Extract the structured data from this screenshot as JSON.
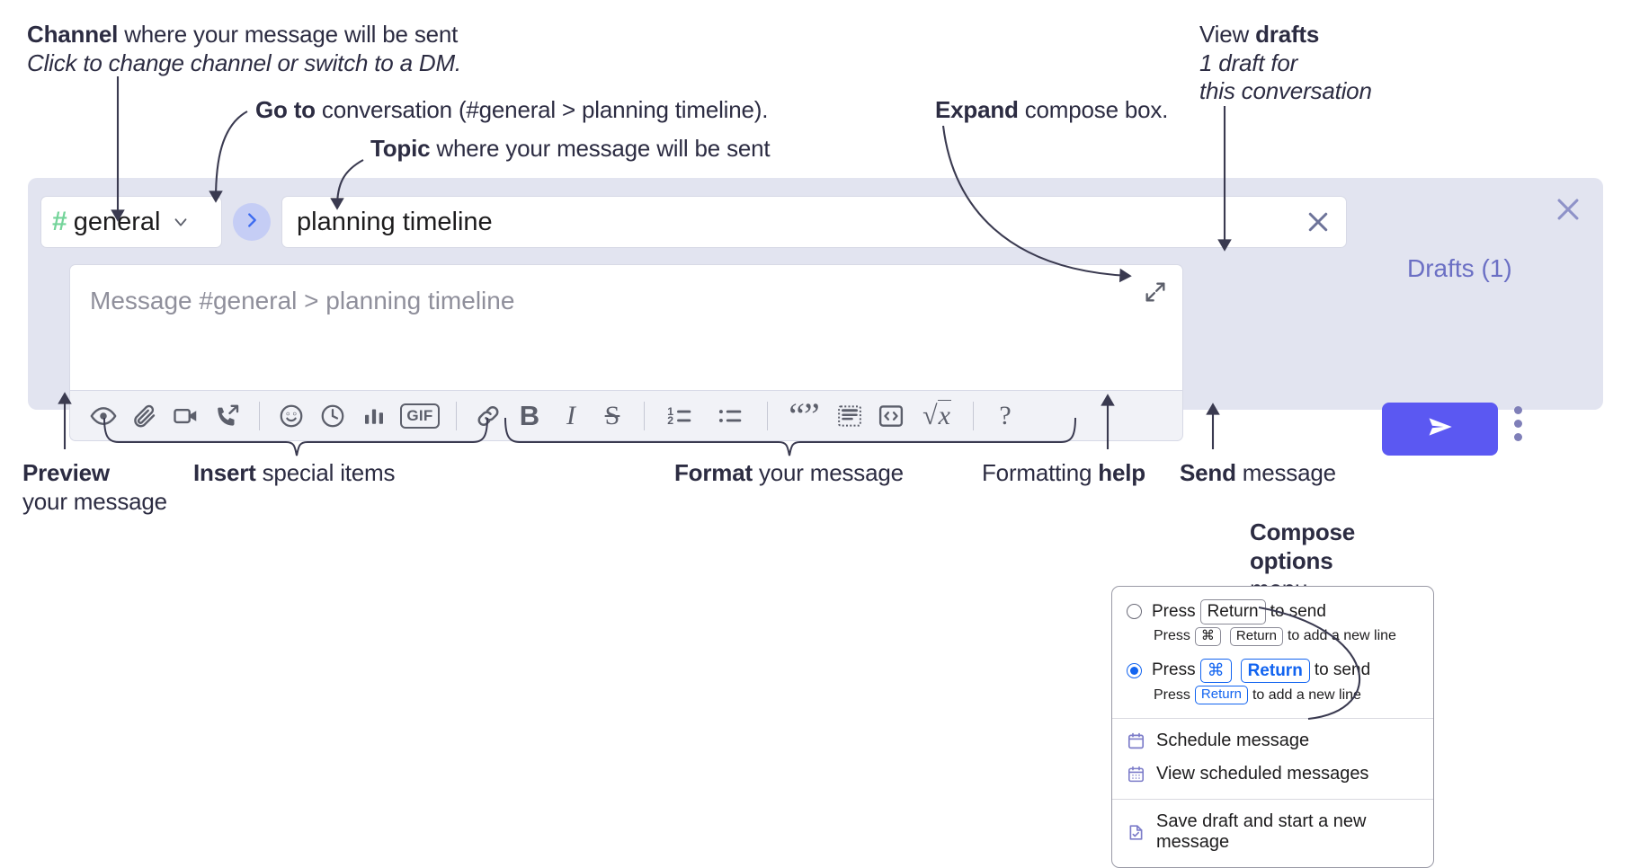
{
  "annotations": {
    "channel": {
      "bold": "Channel",
      "rest": " where your message will be sent",
      "sub": "Click to change channel or switch to a DM."
    },
    "goto": {
      "bold": "Go to",
      "rest": " conversation (#general > planning timeline)."
    },
    "topic": {
      "bold": "Topic",
      "rest": " where your message will be sent"
    },
    "expand": {
      "bold": "Expand",
      "rest": " compose box."
    },
    "drafts": {
      "pre": "View ",
      "bold": "drafts",
      "sub1": "1 draft for",
      "sub2": "this conversation"
    },
    "preview": {
      "bold": "Preview",
      "sub": "your message"
    },
    "insert": {
      "bold": "Insert",
      "rest": " special items"
    },
    "format": {
      "bold": "Format",
      "rest": " your message"
    },
    "help": {
      "pre": "Formatting ",
      "bold": "help"
    },
    "send": {
      "bold": "Send",
      "rest": " message"
    },
    "compose_options": {
      "bold1": "Compose",
      "bold2": "options",
      "rest": "menu"
    }
  },
  "compose": {
    "channel": {
      "name": "general",
      "hash": "#",
      "icon": "hash-icon",
      "caret": "chevron-down-icon"
    },
    "goto_button": {
      "icon": "chevron-right-icon"
    },
    "topic": {
      "value": "planning timeline",
      "clear_icon": "close-icon"
    },
    "message": {
      "placeholder": "Message #general > planning timeline",
      "value": ""
    },
    "expand_icon": "expand-diagonal-icon",
    "panel_close_icon": "close-icon",
    "drafts_label": "Drafts (1)",
    "send_icon": "send-paper-plane-icon",
    "more_icon": "kebab-menu-icon",
    "toolbar": [
      {
        "name": "preview-button",
        "icon": "eye-icon",
        "label": ""
      },
      {
        "name": "attach-button",
        "icon": "paperclip-icon",
        "label": ""
      },
      {
        "name": "video-clip-button",
        "icon": "video-camera-icon",
        "label": ""
      },
      {
        "name": "audio-clip-button",
        "icon": "phone-arrow-icon",
        "label": ""
      },
      {
        "name": "separator",
        "icon": "divider",
        "label": ""
      },
      {
        "name": "emoji-button",
        "icon": "smiley-icon",
        "label": ""
      },
      {
        "name": "reminder-button",
        "icon": "clock-icon",
        "label": ""
      },
      {
        "name": "poll-button",
        "icon": "bar-chart-icon",
        "label": ""
      },
      {
        "name": "gif-button",
        "icon": "gif-icon",
        "label": "GIF"
      },
      {
        "name": "separator",
        "icon": "divider",
        "label": ""
      },
      {
        "name": "link-button",
        "icon": "link-icon",
        "label": ""
      },
      {
        "name": "bold-button",
        "icon": "bold-icon",
        "label": "B"
      },
      {
        "name": "italic-button",
        "icon": "italic-icon",
        "label": "I"
      },
      {
        "name": "strikethrough-button",
        "icon": "strikethrough-icon",
        "label": "S"
      },
      {
        "name": "separator",
        "icon": "divider",
        "label": ""
      },
      {
        "name": "ordered-list-button",
        "icon": "ordered-list-icon",
        "label": ""
      },
      {
        "name": "bulleted-list-button",
        "icon": "bulleted-list-icon",
        "label": ""
      },
      {
        "name": "separator",
        "icon": "divider",
        "label": ""
      },
      {
        "name": "blockquote-button",
        "icon": "quote-icon",
        "label": ""
      },
      {
        "name": "code-block-button",
        "icon": "code-block-icon",
        "label": ""
      },
      {
        "name": "code-button",
        "icon": "code-brackets-icon",
        "label": ""
      },
      {
        "name": "math-button",
        "icon": "square-root-icon",
        "label": ""
      },
      {
        "name": "separator",
        "icon": "divider",
        "label": ""
      },
      {
        "name": "formatting-help-button",
        "icon": "question-mark-icon",
        "label": "?"
      }
    ]
  },
  "compose_menu": {
    "option1": {
      "selected": false,
      "press": "Press",
      "key": "Return",
      "tail": "to send",
      "sub_press": "Press",
      "sub_key1": "⌘",
      "sub_key2": "Return",
      "sub_tail": "to add a new line"
    },
    "option2": {
      "selected": true,
      "press": "Press",
      "key1": "⌘",
      "key2": "Return",
      "tail": "to send",
      "sub_press": "Press",
      "sub_key": "Return",
      "sub_tail": "to add a new line"
    },
    "items": [
      {
        "label": "Schedule message",
        "icon": "calendar-icon"
      },
      {
        "label": "View scheduled messages",
        "icon": "calendar-grid-icon"
      },
      {
        "label": "Save draft and start a new message",
        "icon": "save-draft-icon"
      }
    ]
  },
  "colors": {
    "panel_bg": "#e2e4f0",
    "send_button": "#5b58f2",
    "accent_link": "#6b6fc4",
    "hash_green": "#74d49a",
    "goto_chip": "#c5cdf5",
    "text": "#2c2c42"
  }
}
